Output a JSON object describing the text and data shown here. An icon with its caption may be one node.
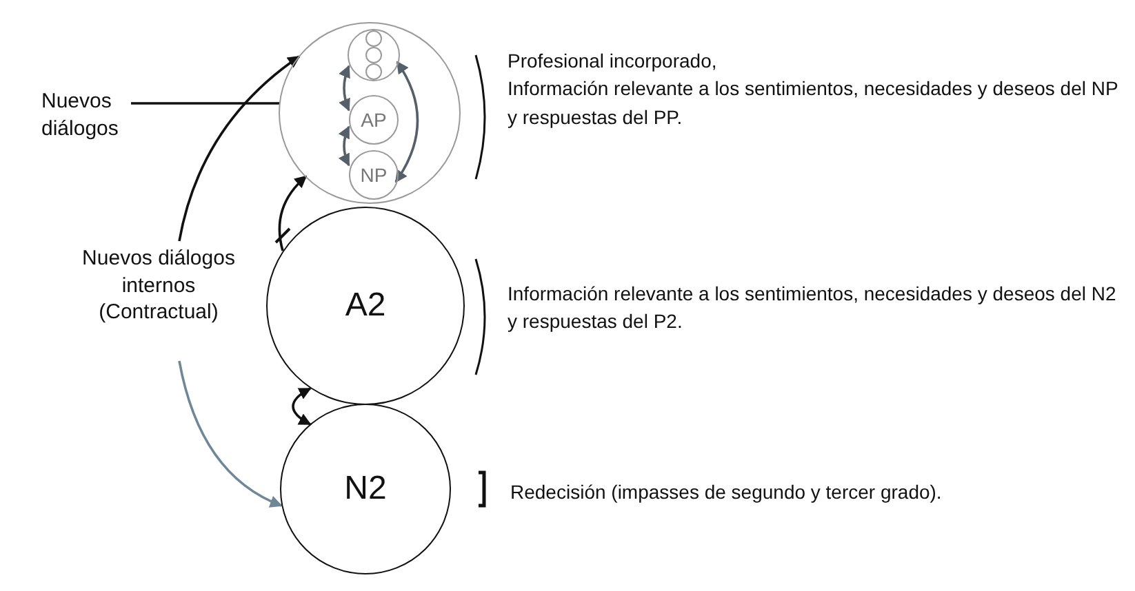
{
  "diagram": {
    "nodes": [
      {
        "text": [],
        "shape": "circle",
        "beside": [
          "Profesional incorporado,",
          "Información relevante a los sentimientos, necesidades y deseos del NP  y respuestas del PP."
        ]
      },
      {
        "text": [],
        "shape": "circle",
        "in": 0
      },
      {
        "text": [
          "AP"
        ],
        "in": 0
      },
      {
        "text": [
          "NP"
        ],
        "in": 0
      },
      {
        "text": [
          "A2"
        ],
        "beside": [
          "Información relevante a los sentimientos, necesidades y deseos del N2 y respuestas del P2."
        ]
      },
      {
        "text": [
          "N2"
        ],
        "beside": [
          "Redecisión (impasses de segundo y tercer grado)."
        ]
      },
      {
        "text": [
          "Nuevos diálogos"
        ]
      },
      {
        "text": [
          "Nuevos diálogos internos (Contractual)"
        ]
      }
    ],
    "edges": [
      {
        "from": 6,
        "to": 0,
        "arrow": "none"
      },
      {
        "from": 1,
        "to": 2,
        "arrow": "both",
        "color": "#55606b"
      },
      {
        "from": 2,
        "to": 3,
        "arrow": "both",
        "color": "#55606b"
      },
      {
        "from": 1,
        "to": 3,
        "arrow": "both",
        "color": "#55606b"
      },
      {
        "from": 7,
        "to": 0,
        "arrow": "to"
      },
      {
        "from": 4,
        "to": 0,
        "arrow": "to"
      },
      {
        "from": 4,
        "to": 5,
        "arrow": "both"
      },
      {
        "from": 7,
        "to": 5,
        "arrow": "to",
        "color": "#6f8797"
      }
    ]
  }
}
